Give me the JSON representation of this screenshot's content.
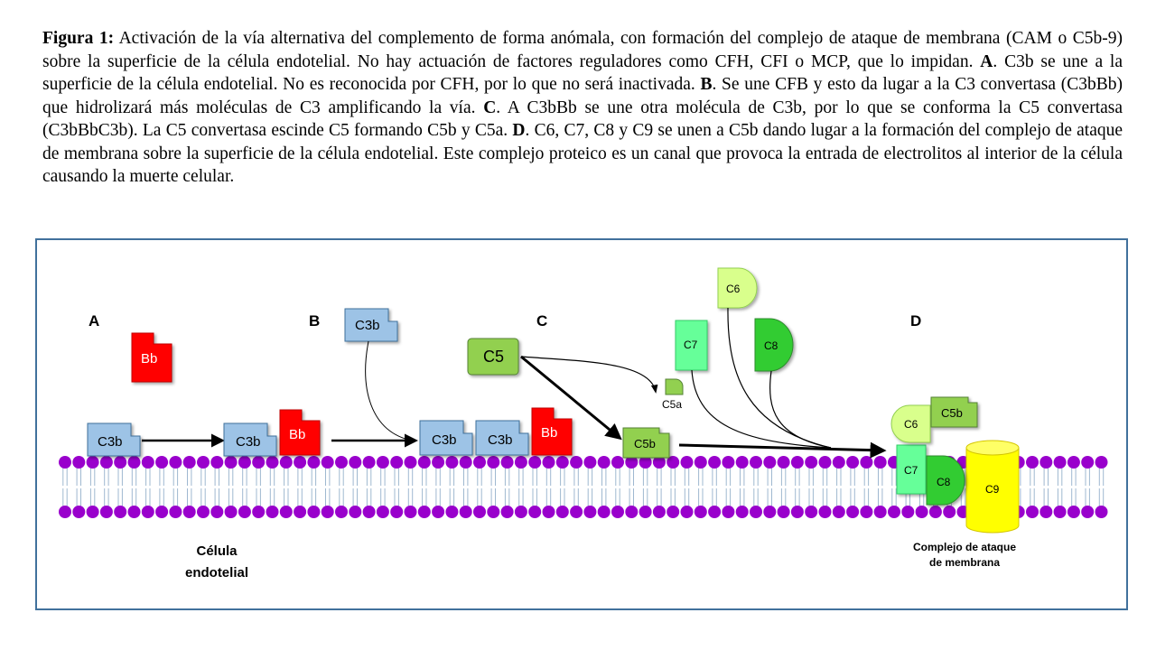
{
  "caption": {
    "figure_label": "Figura 1:",
    "part1": " Activación de la vía alternativa del complemento de forma anómala, con formación del complejo de ataque de membrana (CAM o C5b-9) sobre la superficie de la célula endotelial. No hay actuación de factores reguladores como CFH, CFI o MCP, que lo impidan. ",
    "label_a": "A",
    "part_a": ". C3b se une a la superficie de la célula endotelial. No es reconocida por CFH, por lo que no será inactivada. ",
    "label_b": "B",
    "part_b": ". Se une CFB y esto da lugar a la C3 convertasa (C3bBb) que hidrolizará más moléculas de C3 amplificando la vía. ",
    "label_c": "C",
    "part_c": ". A C3bBb se une otra molécula de C3b, por lo que se conforma la C5 convertasa (C3bBbC3b). La C5 convertasa escinde C5 formando C5b y C5a. ",
    "label_d": "D",
    "part_d": ". C6, C7, C8 y C9 se unen a C5b dando lugar a la formación del complejo de ataque de membrana sobre la superficie de la célula endotelial. Este complejo proteico es un canal que provoca la entrada de electrolitos al interior de la célula causando la muerte celular."
  },
  "diagram": {
    "panels": {
      "a": "A",
      "b": "B",
      "c": "C",
      "d": "D"
    },
    "molecules": {
      "c3b": "C3b",
      "bb": "Bb",
      "c5": "C5",
      "c5a": "C5a",
      "c5b": "C5b",
      "c6": "C6",
      "c7": "C7",
      "c8": "C8",
      "c9": "C9"
    },
    "cell_label_line1": "Célula",
    "cell_label_line2": "endotelial",
    "mac_label_line1": "Complejo de ataque",
    "mac_label_line2": "de membrana",
    "colors": {
      "c3b": "#9dc3e6",
      "bb": "#ff0000",
      "c5": "#92d050",
      "c6": "#d9ff8c",
      "c7": "#66ff99",
      "c8": "#33cc33",
      "c9": "#ffff00",
      "membrane": "#9900cc",
      "frame": "#41719c"
    }
  }
}
